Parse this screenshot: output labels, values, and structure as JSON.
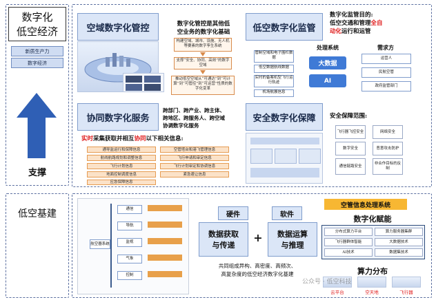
{
  "left_panel": {
    "title_line1": "数字化",
    "title_line2": "低空经济",
    "pill1": "新质生产力",
    "pill2": "数字经济",
    "arrow_label": "支撑",
    "bottom_title": "低空基建"
  },
  "airspace": {
    "title": "空域数字化管控",
    "desc_line1": "数字化管控是其他低",
    "desc_line2": "空业务的数字化基础",
    "box1": "构建空域、城市、设施、无人机等要素的数字孪生系统",
    "box2": "支撑“安全、协同、高效”的数字空域",
    "box3": "推动低空空域从“可通达”到“可计算”到“可管控”到“可运营”性质的数字化变革"
  },
  "supervision": {
    "title": "低空数字化监管",
    "goal_label": "数字化监管目的:",
    "goal_line2a": "低空交通和管理",
    "goal_line2b": "全自",
    "goal_line3a": "动化",
    "goal_line3b": "运行和运管",
    "sys_label": "处理系统",
    "demand_label": "需求方",
    "left_items": [
      "管制空域和电子围栏数据",
      "低空数据航线数据",
      "实时的备案机型飞行运行轨迹",
      "机场航展信息"
    ],
    "big_data": "大数据",
    "ai": "AI",
    "demand_items": [
      "运营人",
      "民航空管",
      "政府监管部门"
    ]
  },
  "collab": {
    "title": "协同数字化服务",
    "desc_line1": "跨部门、跨产业、跨主体、",
    "desc_line2": "跨地区、跨服务人、跨空域",
    "desc_line3": "协调数字化服务",
    "collect_a": "实时",
    "collect_b": "采集获取并相互",
    "collect_c": "协同",
    "collect_d": "以下相关信息:",
    "items": [
      "通导监运行和保障信息",
      "空管塔台和港飞管理信息",
      "航线航路规划和调整信息",
      "飞行申请和审定信息",
      "飞行计划信息",
      "飞行计划审定和协调信息",
      "地面控制调度信息",
      "紧急避让信息",
      "应急保障信息"
    ]
  },
  "safety": {
    "title": "安全数字化保障",
    "range_label": "安全保障范围:",
    "items": [
      "飞行器飞控安全",
      "网络安全",
      "数字安全",
      "恶意攻击防护",
      "通信链路安全",
      "非合作目标的反制"
    ]
  },
  "infra": {
    "hardware": "硬件",
    "software": "软件",
    "acq_line1": "数据获取",
    "acq_line2": "与传递",
    "plus": "+",
    "calc_line1": "数据运算",
    "calc_line2": "与推理",
    "caption_line1": "共同组成异构、高密度、高频次、",
    "caption_line2": "高复杂度的低空经济数字化基建",
    "mgmt_title": "空管信息处理系统",
    "digital_label": "数字化赋能",
    "grid_items": [
      "分布式算力平台",
      "算力服务器集群",
      "飞行器群体智能",
      "大数据技术",
      "AI技术",
      "数据集技术"
    ],
    "compute_label": "算力分布",
    "compute_items": [
      "云平台",
      "空天地",
      "飞行器"
    ],
    "diagram_left_label": "航空器系统",
    "diagram_nodes": [
      "通信",
      "导航",
      "监视",
      "气象",
      "控制"
    ],
    "watermark": "公众号 · 低空科技"
  }
}
